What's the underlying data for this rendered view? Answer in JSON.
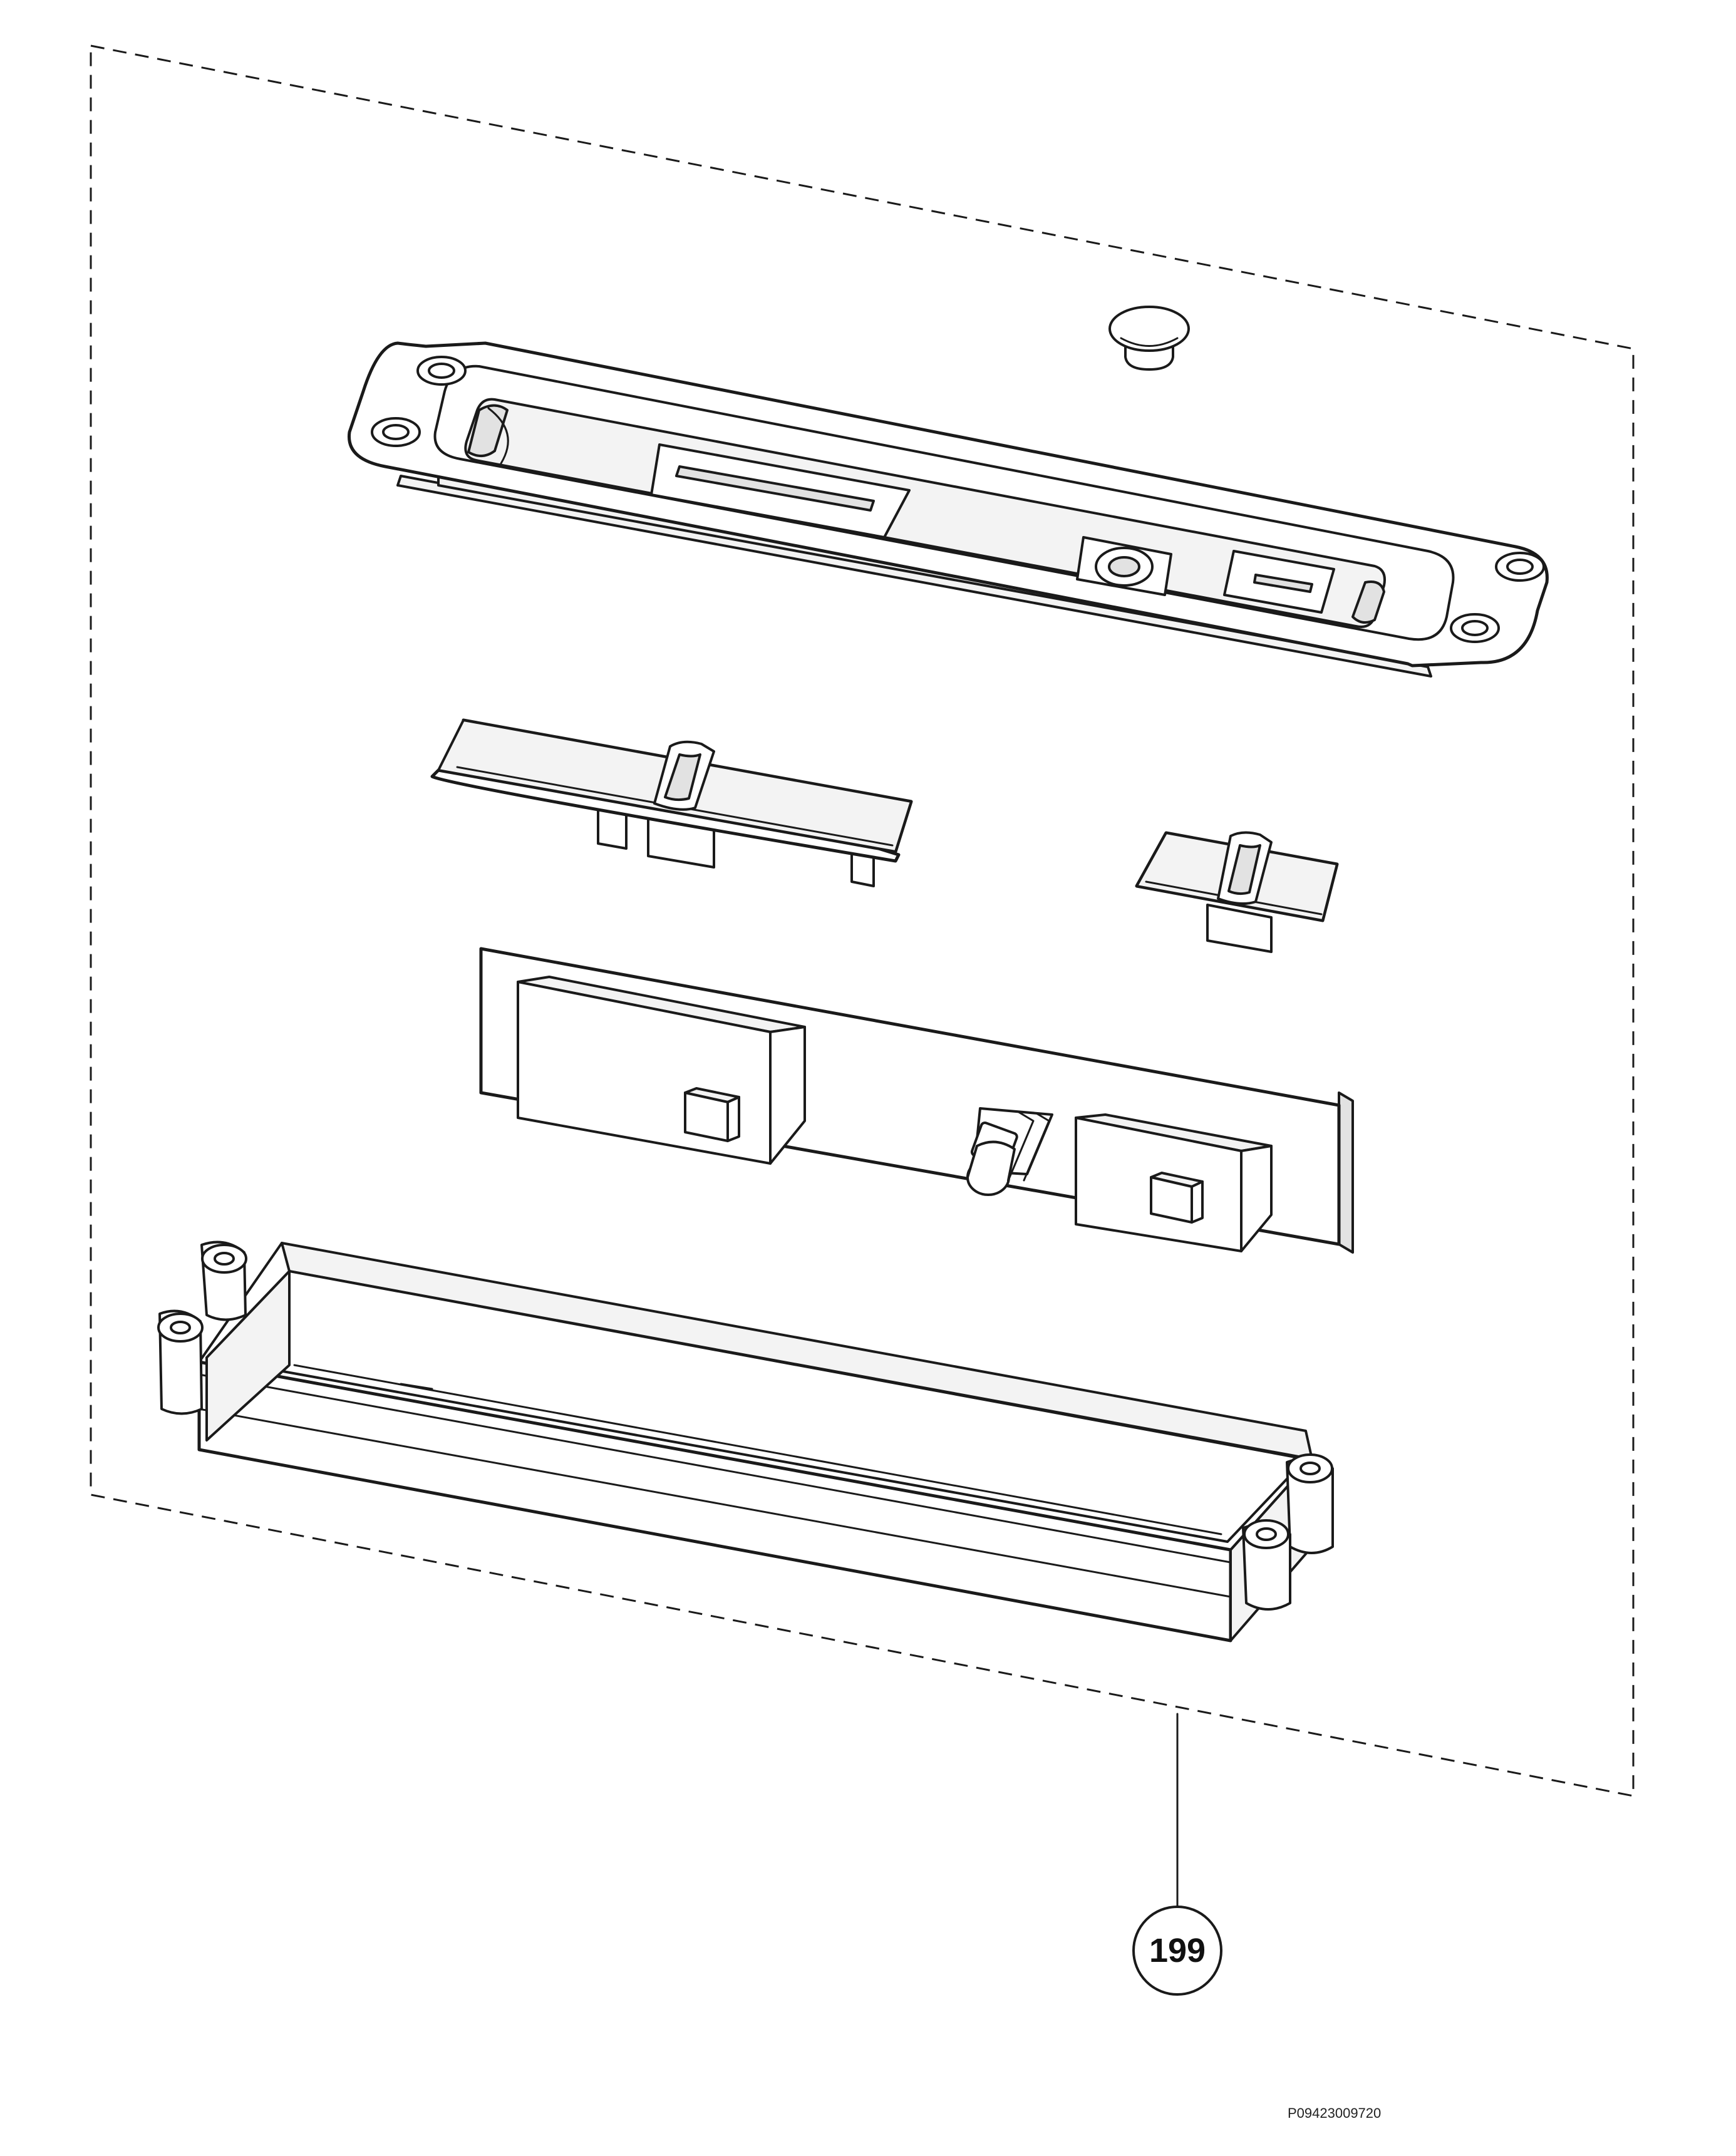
{
  "callout": {
    "number": "199"
  },
  "drawing_code": "P09423009720",
  "parts": [
    {
      "name": "cap-button",
      "icon": "round-cap-icon"
    },
    {
      "name": "front-frame",
      "icon": "frame-bezel-icon"
    },
    {
      "name": "long-key-bar",
      "icon": "key-bar-icon"
    },
    {
      "name": "short-key-bar",
      "icon": "key-bar-icon"
    },
    {
      "name": "circuit-board",
      "icon": "pcb-icon"
    },
    {
      "name": "housing-tray",
      "icon": "housing-icon"
    }
  ]
}
